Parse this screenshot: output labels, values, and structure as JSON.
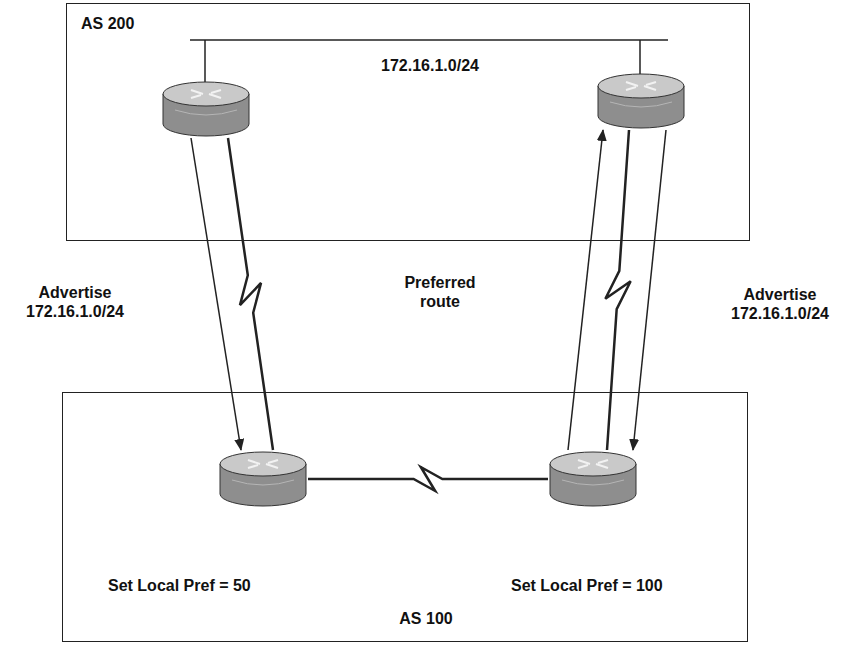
{
  "diagram": {
    "nodes": [
      {
        "text": [
          "AS 200"
        ]
      },
      {
        "text": [],
        "in": 0
      },
      {
        "text": [],
        "in": 0
      },
      {
        "text": [
          "AS 100"
        ]
      },
      {
        "text": [
          "Set Local Pref = 50"
        ],
        "in": 3
      },
      {
        "text": [
          "Set Local Pref = 100"
        ],
        "in": 3
      }
    ],
    "edges": [
      {
        "from": 1,
        "to": 4,
        "arrow": "to",
        "label": "Advertise 172.16.1.0/24"
      },
      {
        "from": 1,
        "to": 4,
        "arrow": "none"
      },
      {
        "from": 5,
        "to": 2,
        "arrow": "to",
        "label": "Preferred route"
      },
      {
        "from": 5,
        "to": 2,
        "arrow": "none"
      },
      {
        "from": 2,
        "to": 5,
        "arrow": "to",
        "label": "Advertise 172.16.1.0/24"
      },
      {
        "from": 4,
        "to": 5,
        "arrow": "none"
      }
    ],
    "labels": [
      "172.16.1.0/24"
    ]
  }
}
